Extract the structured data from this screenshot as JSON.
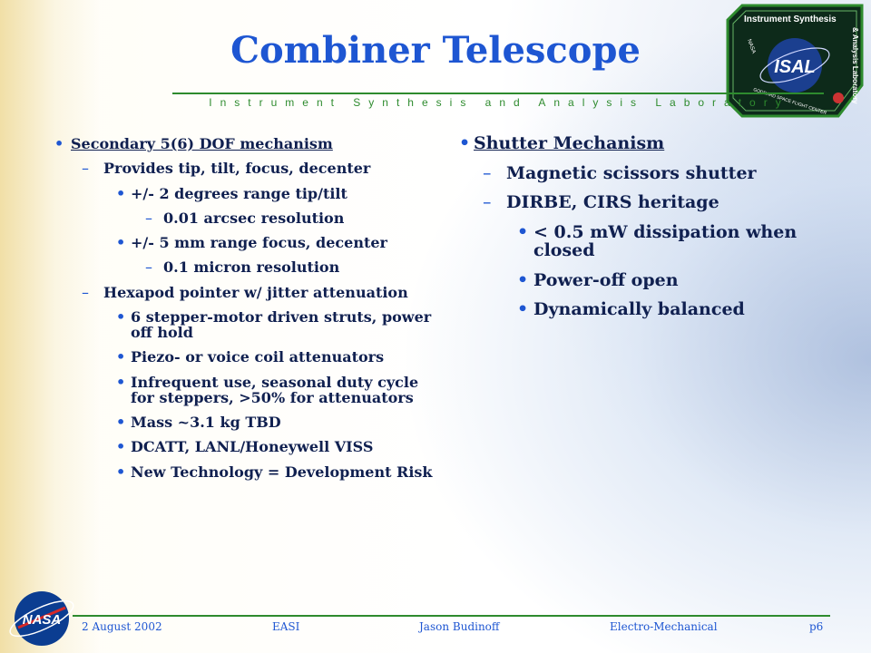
{
  "slide": {
    "title": "Combiner Telescope",
    "subtitle": "Instrument Synthesis and Analysis Laboratory"
  },
  "badge": {
    "top_text": "Instrument Synthesis",
    "right_text": "& Analysis Laboratory",
    "center_text": "ISAL",
    "small_left": "NASA",
    "small_bottom": "GODDARD SPACE FLIGHT CENTER"
  },
  "left_column": [
    {
      "level": 1,
      "marker": "•",
      "text": "Secondary 5(6) DOF mechanism",
      "underline": true
    },
    {
      "level": 2,
      "marker": "–",
      "text": "Provides tip, tilt, focus, decenter"
    },
    {
      "level": 3,
      "marker": "•",
      "text": "+/- 2 degrees range tip/tilt"
    },
    {
      "level": 4,
      "marker": "–",
      "text": "0.01 arcsec resolution"
    },
    {
      "level": 3,
      "marker": "•",
      "text": "+/- 5 mm range focus, decenter"
    },
    {
      "level": 4,
      "marker": "–",
      "text": "0.1 micron resolution"
    },
    {
      "level": 2,
      "marker": "–",
      "text": "Hexapod pointer w/ jitter attenuation"
    },
    {
      "level": 3,
      "marker": "•",
      "text": "6 stepper-motor driven struts, power off hold"
    },
    {
      "level": 3,
      "marker": "•",
      "text": "Piezo- or voice coil attenuators"
    },
    {
      "level": 3,
      "marker": "•",
      "text": "Infrequent use, seasonal duty cycle for steppers, >50% for attenuators"
    },
    {
      "level": 3,
      "marker": "•",
      "text": "Mass ~3.1 kg TBD"
    },
    {
      "level": 3,
      "marker": "•",
      "text": "DCATT, LANL/Honeywell VISS"
    },
    {
      "level": 3,
      "marker": "•",
      "text": "New Technology = Development Risk"
    }
  ],
  "right_column": [
    {
      "level": 1,
      "marker": "•",
      "text": "Shutter Mechanism",
      "underline": true
    },
    {
      "level": 2,
      "marker": "–",
      "text": "Magnetic scissors shutter"
    },
    {
      "level": 2,
      "marker": "–",
      "text": "DIRBE, CIRS heritage"
    },
    {
      "level": 3,
      "marker": "•",
      "text": "< 0.5 mW dissipation when closed"
    },
    {
      "level": 3,
      "marker": "•",
      "text": "Power-off open"
    },
    {
      "level": 3,
      "marker": "•",
      "text": "Dynamically balanced"
    }
  ],
  "footer": {
    "date": "2 August 2002",
    "org": "EASI",
    "author": "Jason Budinoff",
    "topic": "Electro-Mechanical",
    "page": "p6"
  },
  "nasa_logo_text": "NASA",
  "colors": {
    "title": "#1e56d2",
    "accent_green": "#2e8b2e",
    "body_text": "#102050",
    "bullet": "#1e56d2",
    "nasa_blue": "#0b3d91"
  }
}
